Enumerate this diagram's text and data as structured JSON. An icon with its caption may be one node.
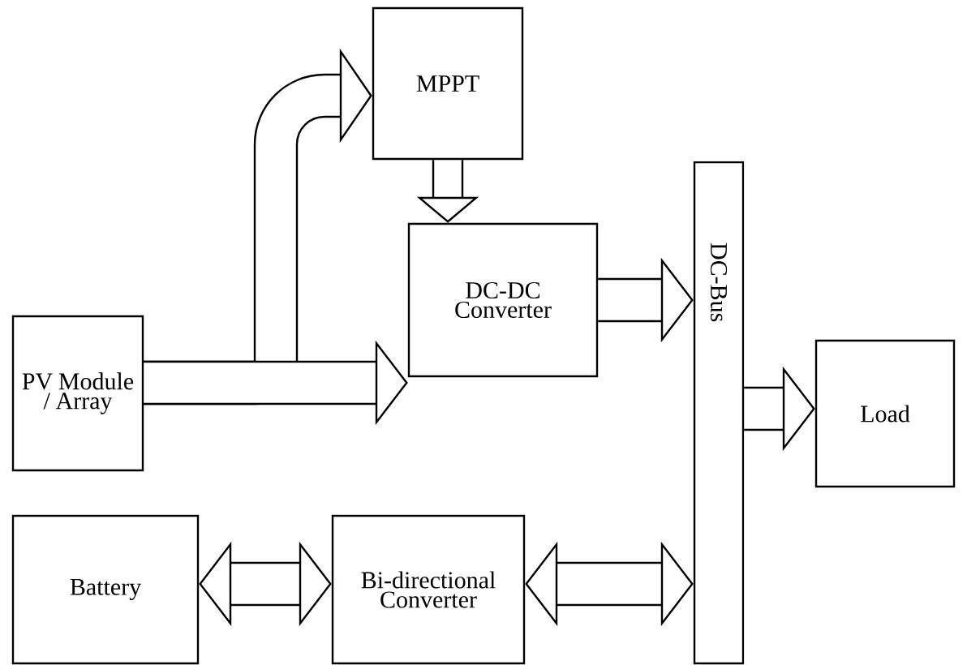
{
  "diagram": {
    "nodes": [
      {
        "text": [
          "PV Module / Array"
        ]
      },
      {
        "text": [
          "MPPT"
        ]
      },
      {
        "text": [
          "DC-DC Converter"
        ]
      },
      {
        "text": [
          "DC-Bus"
        ]
      },
      {
        "text": [
          "Load"
        ]
      },
      {
        "text": [
          "Battery"
        ]
      },
      {
        "text": [
          "Bi-directional Converter"
        ]
      }
    ],
    "edges": [
      {
        "from": 0,
        "to": 2,
        "arrow": "to"
      },
      {
        "from": 0,
        "to": 1,
        "arrow": "to"
      },
      {
        "from": 1,
        "to": 2,
        "arrow": "to"
      },
      {
        "from": 2,
        "to": 3,
        "arrow": "to"
      },
      {
        "from": 3,
        "to": 4,
        "arrow": "to"
      },
      {
        "from": 5,
        "to": 6,
        "arrow": "both"
      },
      {
        "from": 6,
        "to": 3,
        "arrow": "both"
      }
    ]
  }
}
